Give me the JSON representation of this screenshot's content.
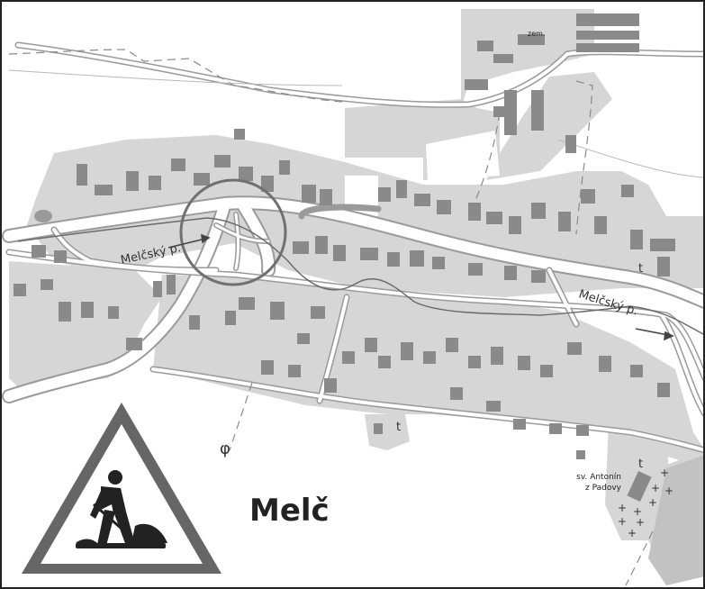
{
  "map": {
    "title": "Melč",
    "stream_label_1": "Melčský p.",
    "stream_label_2": "Melčský p.",
    "field_label": "zem.",
    "church_label_line1": "sv. Antonín",
    "church_label_line2": "z Padovy",
    "cross_glyph": "t",
    "cemetery_glyph": "+",
    "landmark_glyph": "φ"
  },
  "symbols": {
    "roadworks_sign": "roadworks-warning-sign",
    "highlight_circle": "highlighted-junction"
  },
  "colors": {
    "background": "#ffffff",
    "built_area": "#d4d4d4",
    "building": "#8a8a8a",
    "road": "#ffffff",
    "road_edge": "#9a9a9a",
    "stream": "#6a6a6a",
    "circle": "#707070",
    "sign_border": "#666666",
    "text": "#222222"
  }
}
